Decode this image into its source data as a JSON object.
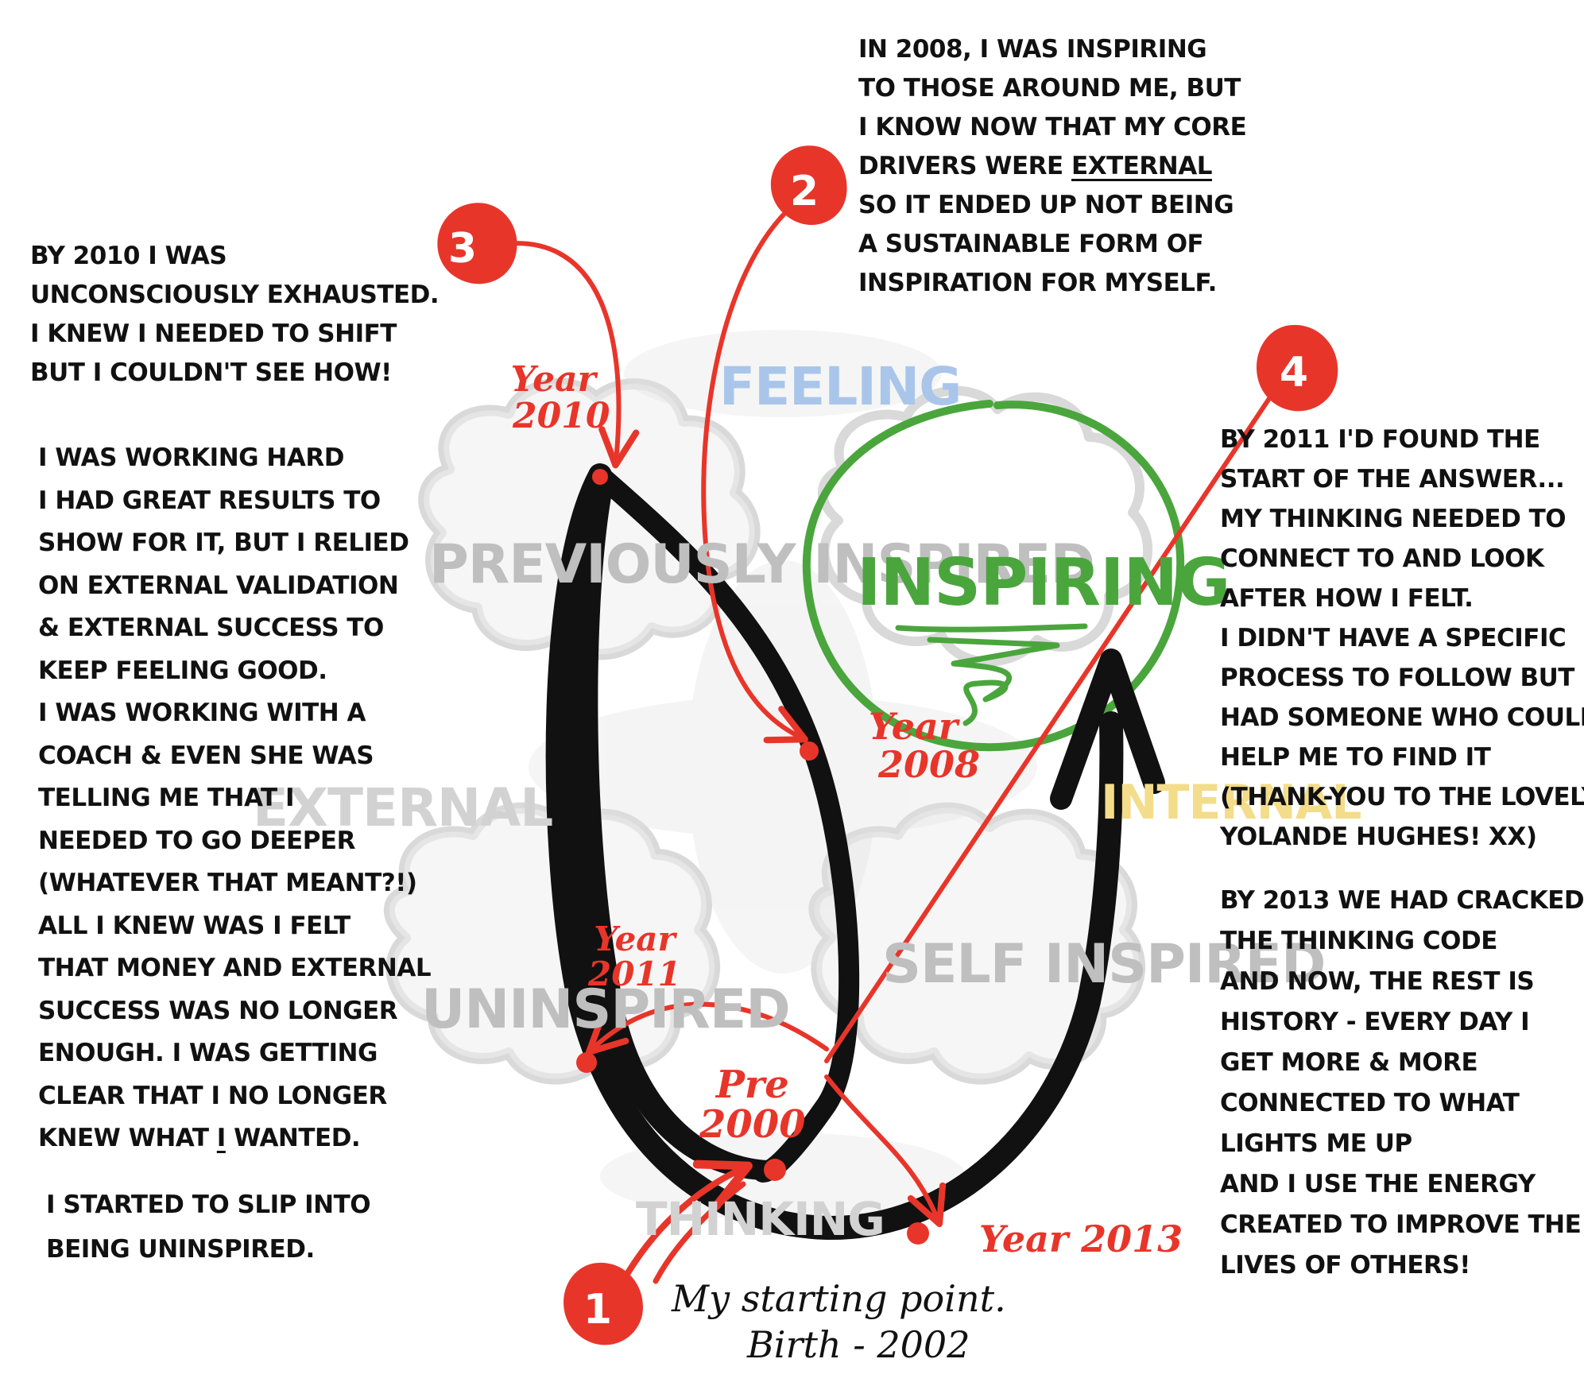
{
  "axes": {
    "feeling": "FEELING",
    "external": "EXTERNAL",
    "internal": "INTERNAL",
    "thinking": "THINKING",
    "feeling_color": "#a9c6ea",
    "internal_color": "#f3dc8a",
    "external_color": "#d2d2d2",
    "thinking_color": "#d2d2d2"
  },
  "quadrants": {
    "previously_inspired": [
      "PREVIOUSLY",
      "INSPIRED"
    ],
    "inspiring": "INSPIRING",
    "uninspired": "UNINSPIRED",
    "self_inspired": [
      "SELF",
      "INSPIRED"
    ]
  },
  "colors": {
    "red": "#e8352a",
    "green": "#4aa63c",
    "ink": "#111111",
    "cloud": "#d9d9d9"
  },
  "markers": [
    {
      "number": "1"
    },
    {
      "number": "2"
    },
    {
      "number": "3"
    },
    {
      "number": "4"
    }
  ],
  "year_labels": {
    "y2010": [
      "Year",
      "2010"
    ],
    "y2008": [
      "Year",
      "2008"
    ],
    "y2011": [
      "Year",
      "2011"
    ],
    "pre2000": [
      "Pre",
      "2000"
    ],
    "y2013": "Year 2013"
  },
  "starting_point": [
    "My starting point.",
    "Birth - 2002"
  ],
  "notes": {
    "top": [
      "In 2008, I was inspiring",
      "to those around me, but",
      "I know now that my core",
      {
        "before": "drivers were ",
        "underlined": "external"
      },
      "so it ended up not being",
      "a sustainable form of",
      "inspiration for myself."
    ],
    "left_2010": [
      "By 2010 I was",
      "unconsciously exhausted.",
      "I knew I needed to shift",
      "but I couldn't see how!"
    ],
    "left_work": [
      "I was working hard",
      "I had great results to",
      "show for it, but I relied",
      "on external validation",
      "& external success to",
      "keep feeling good.",
      "I was working with a",
      "coach & even she was",
      "telling me that I",
      "needed to go deeper",
      "(whatever that meant?!)",
      "All I knew was I felt",
      "that money and external",
      "success was no longer",
      "enough. I was getting",
      "clear that I no longer",
      {
        "before": "knew what ",
        "underlined": "I",
        "after": " wanted."
      }
    ],
    "left_slip": [
      "I started to slip into",
      "being uninspired."
    ],
    "right_2011": [
      "By 2011 I'd found the",
      "start of the answer...",
      "My thinking needed to",
      "connect to and look",
      "after how I felt.",
      "I didn't have a specific",
      "process to follow but I",
      "had someone who could",
      "help me to find it",
      "(thank-you to the lovely",
      "Yolande Hughes! xx)"
    ],
    "right_2013": [
      "By 2013 we had cracked",
      "the thinking code",
      "and now, the rest is",
      "history - every day I",
      "get more & more",
      "connected to what",
      "lights me up",
      "and I use the energy",
      "created to improve the",
      "lives of others!"
    ]
  }
}
